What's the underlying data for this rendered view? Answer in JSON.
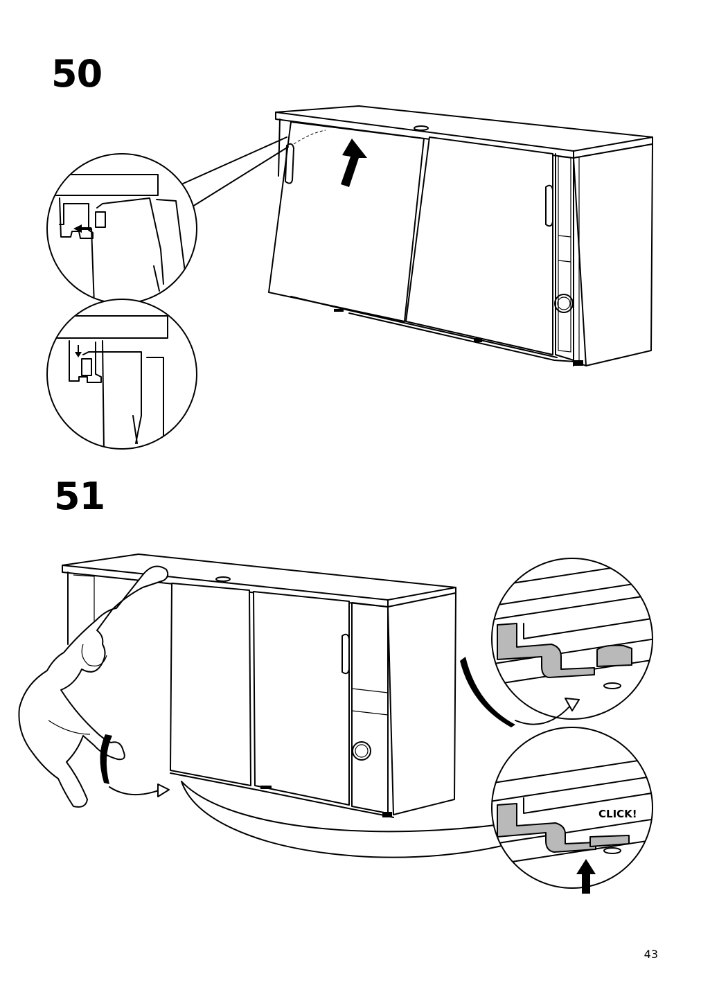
{
  "steps": [
    {
      "number": "50"
    },
    {
      "number": "51"
    }
  ],
  "callouts": {
    "click_text": "CLICK!"
  },
  "page": {
    "number": "43"
  },
  "illustrations": {
    "step50": "cabinet-door-lift-icon",
    "step51": "person-door-install-icon"
  }
}
